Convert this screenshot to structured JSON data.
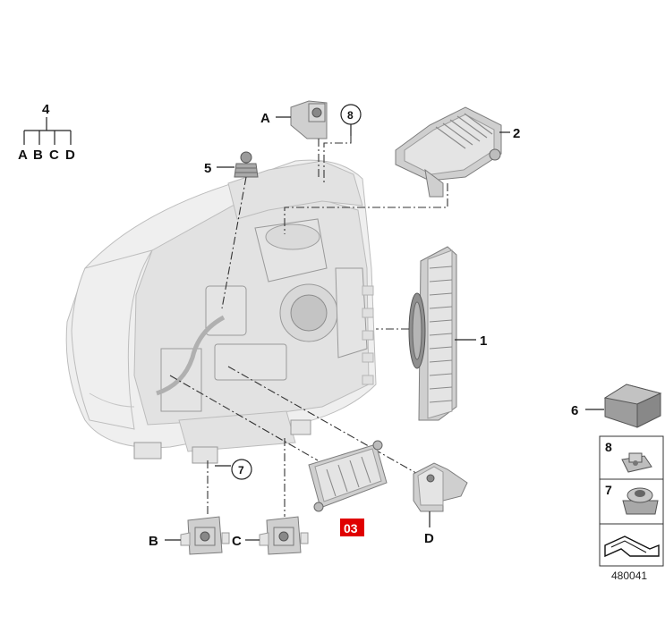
{
  "tree": {
    "root": "4",
    "children": [
      "A",
      "B",
      "C",
      "D"
    ]
  },
  "callouts": {
    "part1": "1",
    "part2": "2",
    "part5": "5",
    "part6": "6",
    "partA": "A",
    "partB": "B",
    "partC": "C",
    "partD": "D",
    "circle8": "8",
    "circle7": "7"
  },
  "highlight": {
    "label": "03",
    "color": "#e00000"
  },
  "sidebar": {
    "item8": "8",
    "item7": "7"
  },
  "catalog_number": "480041"
}
